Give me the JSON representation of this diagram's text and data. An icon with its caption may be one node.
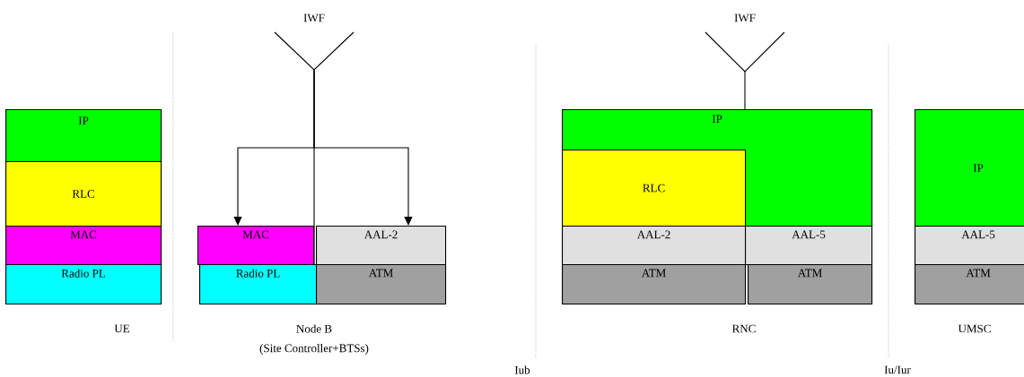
{
  "diagram": {
    "nodes": [
      {
        "text": [
          "IP"
        ]
      },
      {
        "text": [
          "RLC"
        ]
      },
      {
        "text": [
          "MAC"
        ]
      },
      {
        "text": [
          "Radio  PL"
        ]
      },
      {
        "text": [],
        "shape": "picture",
        "beside": [
          "IWF"
        ]
      },
      {
        "text": [
          "MAC"
        ]
      },
      {
        "text": [
          "AAL-2"
        ]
      },
      {
        "text": [
          "Radio  PL"
        ]
      },
      {
        "text": [
          "ATM"
        ]
      },
      {
        "text": [],
        "shape": "picture",
        "beside": [
          "IWF"
        ]
      },
      {
        "text": [
          "IP"
        ]
      },
      {
        "text": [
          "RLC"
        ],
        "in": 10
      },
      {
        "text": [
          "AAL-2"
        ]
      },
      {
        "text": [
          "AAL-5"
        ]
      },
      {
        "text": [
          "ATM"
        ]
      },
      {
        "text": [
          "ATM"
        ]
      },
      {
        "text": [
          "IP"
        ]
      },
      {
        "text": [
          "AAL-5"
        ]
      },
      {
        "text": [
          "ATM"
        ]
      }
    ],
    "edges": [
      {
        "from": 4,
        "to": 5,
        "arrow": "to"
      },
      {
        "from": 4,
        "to": 6,
        "arrow": "to"
      }
    ],
    "labels": [
      "UE",
      "Node B",
      "(Site Controller+BTSs)",
      "RNC",
      "UMSC",
      "Iub",
      "Iu/Iur"
    ]
  }
}
